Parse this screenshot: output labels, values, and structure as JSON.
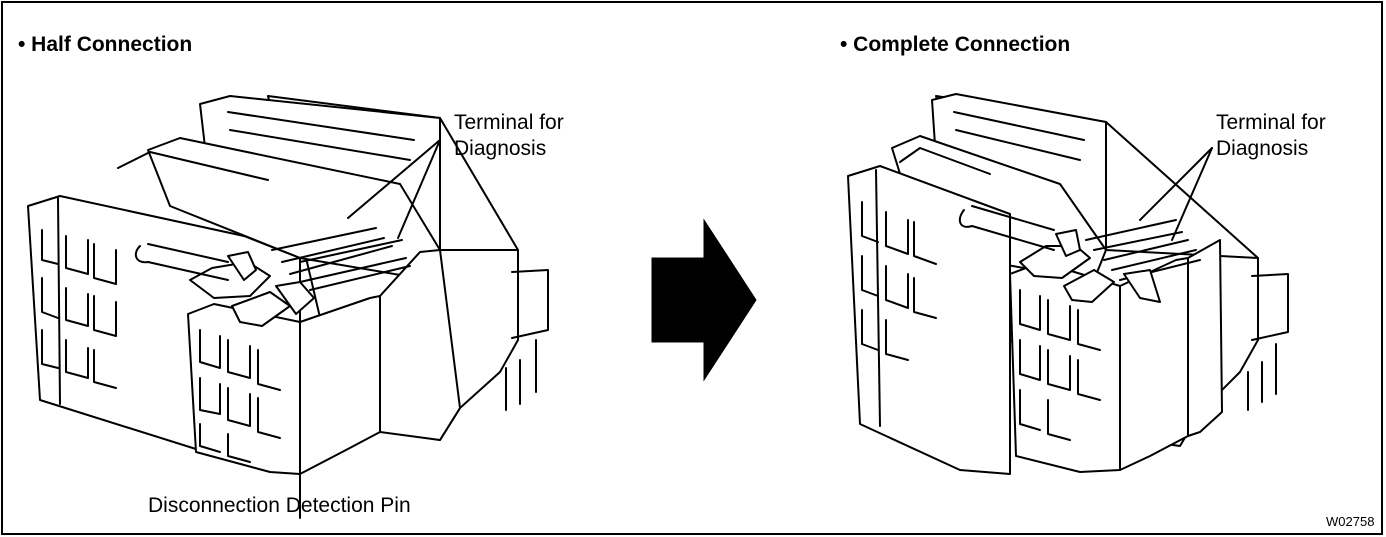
{
  "panels": {
    "left": {
      "heading": "• Half Connection",
      "terminal_label_line1": "Terminal for",
      "terminal_label_line2": "Diagnosis",
      "pin_label": "Disconnection Detection Pin"
    },
    "right": {
      "heading": "• Complete Connection",
      "terminal_label_line1": "Terminal for",
      "terminal_label_line2": "Diagnosis"
    }
  },
  "arrow": {
    "icon": "right-arrow-icon",
    "color": "#000000"
  },
  "figure_code": "W02758"
}
